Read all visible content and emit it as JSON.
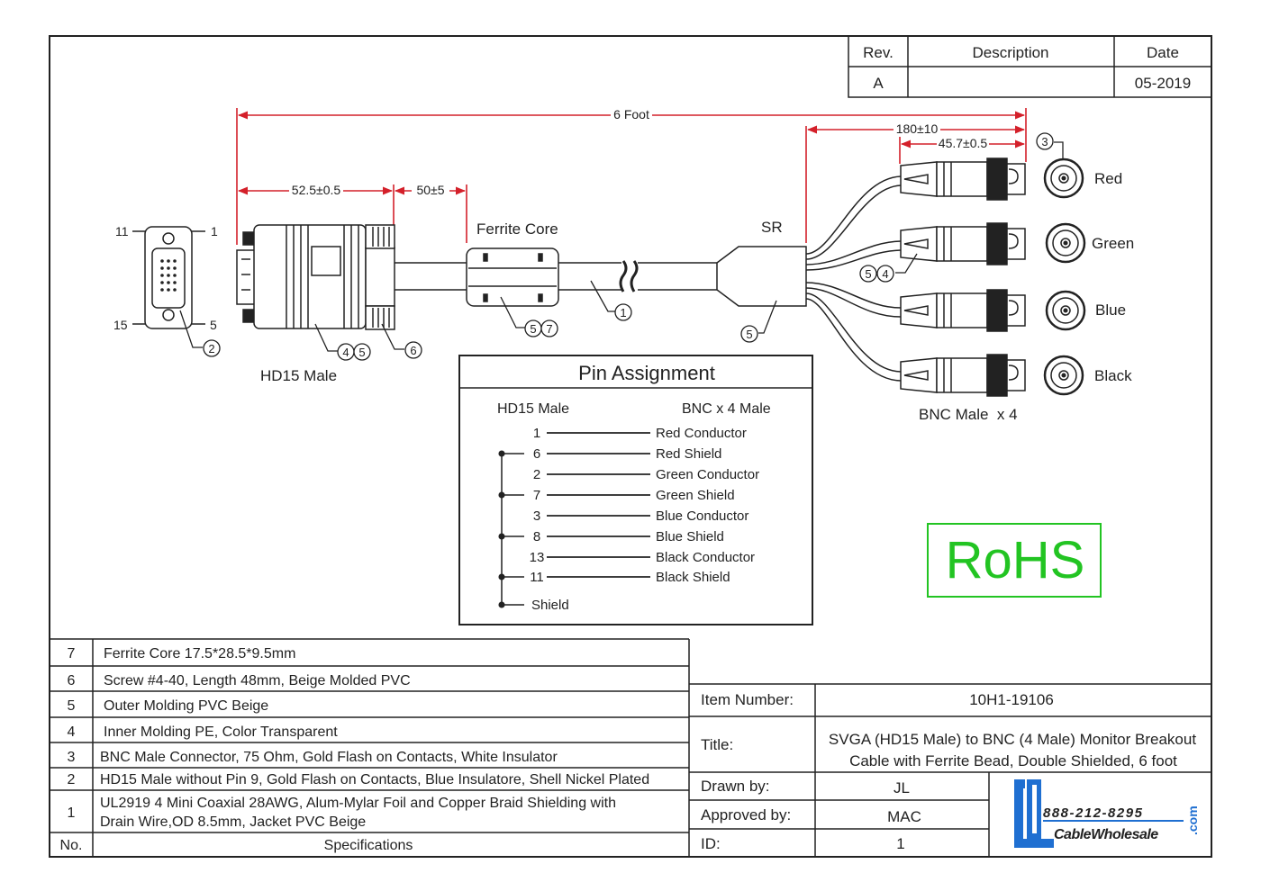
{
  "revision_table": {
    "headers": {
      "rev": "Rev.",
      "description": "Description",
      "date": "Date"
    },
    "row": {
      "rev": "A",
      "description": "",
      "date": "05-2019"
    }
  },
  "dimensions": {
    "overall": "6 Foot",
    "breakout": "180±10",
    "bnc_len": "45.7±0.5",
    "hd15_len": "52.5±0.5",
    "ferrite_gap": "50±5"
  },
  "labels": {
    "ferrite_core": "Ferrite Core",
    "sr": "SR",
    "hd15_male": "HD15 Male",
    "bnc_male": "BNC Male  x 4",
    "pin_11": "11",
    "pin_1": "1",
    "pin_15": "15",
    "pin_5": "5"
  },
  "callouts": {
    "c1": "1",
    "c2": "2",
    "c3": "3",
    "c4": "4",
    "c5": "5",
    "c6": "6",
    "c7": "7"
  },
  "bnc_colors": [
    "Red",
    "Green",
    "Blue",
    "Black"
  ],
  "pin_assignment": {
    "title": "Pin Assignment",
    "left_header": "HD15 Male",
    "right_header": "BNC x 4 Male",
    "rows": [
      {
        "pin": "1",
        "signal": "Red Conductor"
      },
      {
        "pin": "6",
        "signal": "Red Shield"
      },
      {
        "pin": "2",
        "signal": "Green Conductor"
      },
      {
        "pin": "7",
        "signal": "Green Shield"
      },
      {
        "pin": "3",
        "signal": "Blue Conductor"
      },
      {
        "pin": "8",
        "signal": "Blue Shield"
      },
      {
        "pin": "13",
        "signal": "Black Conductor"
      },
      {
        "pin": "11",
        "signal": "Black Shield"
      }
    ],
    "shield": "Shield"
  },
  "rohs": "RoHS",
  "bom": {
    "rows": [
      {
        "no": "7",
        "spec": "Ferrite Core 17.5*28.5*9.5mm"
      },
      {
        "no": "6",
        "spec": "Screw #4-40, Length 48mm, Beige Molded PVC"
      },
      {
        "no": "5",
        "spec": "Outer Molding PVC Beige"
      },
      {
        "no": "4",
        "spec": "Inner Molding PE, Color Transparent"
      },
      {
        "no": "3",
        "spec": "BNC Male Connector, 75 Ohm, Gold Flash on Contacts, White Insulator"
      },
      {
        "no": "2",
        "spec": "HD15 Male without Pin 9, Gold Flash on Contacts, Blue Insulatore, Shell Nickel Plated"
      },
      {
        "no": "1",
        "spec_line1": "UL2919 4 Mini Coaxial 28AWG, Alum-Mylar Foil and Copper Braid Shielding with",
        "spec_line2": "Drain Wire,OD 8.5mm, Jacket PVC Beige"
      }
    ],
    "header_no": "No.",
    "header_spec": "Specifications"
  },
  "title_block": {
    "item_number_label": "Item Number:",
    "item_number": "10H1-19106",
    "title_label": "Title:",
    "title_line1": "SVGA (HD15 Male) to BNC (4 Male) Monitor Breakout",
    "title_line2": "Cable with Ferrite Bead, Double Shielded, 6 foot",
    "drawn_by_label": "Drawn by:",
    "drawn_by": "JL",
    "approved_by_label": "Approved by:",
    "approved_by": "MAC",
    "id_label": "ID:",
    "id": "1"
  },
  "logo": {
    "phone": "888-212-8295",
    "brand": "CableWholesale",
    "dotcom": ".com"
  },
  "colors": {
    "dimension": "#d4202a",
    "rohs": "#22c422",
    "logo_blue": "#1f6fd1",
    "line": "#222222"
  }
}
